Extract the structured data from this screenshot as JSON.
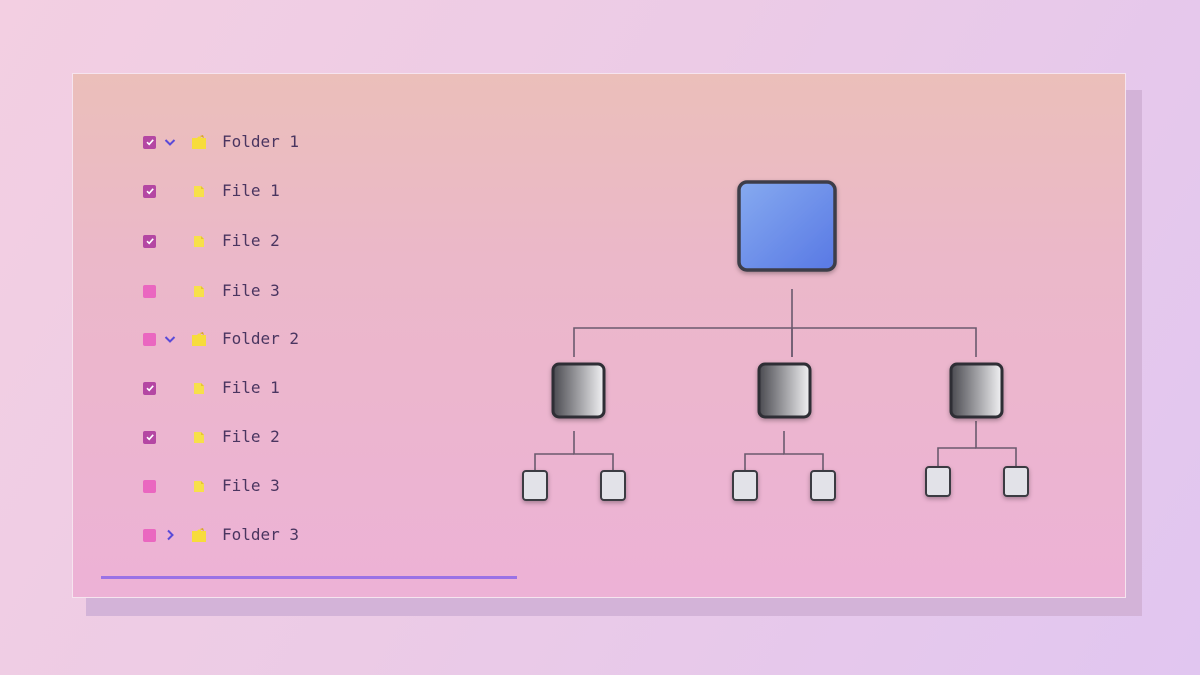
{
  "tree": {
    "rows": [
      {
        "label": "Folder 1",
        "type": "folder",
        "checked": true,
        "expanded": true,
        "icon": "folder-icon"
      },
      {
        "label": "File 1",
        "type": "file",
        "checked": true,
        "icon": "file-icon"
      },
      {
        "label": "File 2",
        "type": "file",
        "checked": true,
        "icon": "file-icon"
      },
      {
        "label": "File 3",
        "type": "file",
        "checked": false,
        "icon": "file-icon"
      },
      {
        "label": "Folder 2",
        "type": "folder",
        "checked": false,
        "expanded": true,
        "icon": "folder-icon"
      },
      {
        "label": "File 1",
        "type": "file",
        "checked": true,
        "icon": "file-icon"
      },
      {
        "label": "File 2",
        "type": "file",
        "checked": true,
        "icon": "file-icon"
      },
      {
        "label": "File 3",
        "type": "file",
        "checked": false,
        "icon": "file-icon"
      },
      {
        "label": "Folder 3",
        "type": "folder",
        "checked": false,
        "expanded": false,
        "icon": "folder-icon"
      }
    ]
  },
  "colors": {
    "checkbox_checked": "#b447a3",
    "checkbox_unchecked": "#ea67c0",
    "chevron": "#5a4ad8",
    "folder": "#f7dc3c",
    "file": "#f7e04a",
    "root_node": "#6a8ee8",
    "accent_underline": "#9a72e6"
  },
  "diagram": {
    "root": {
      "children": 3
    },
    "children": [
      {
        "children": 2
      },
      {
        "children": 2
      },
      {
        "children": 2
      }
    ]
  }
}
